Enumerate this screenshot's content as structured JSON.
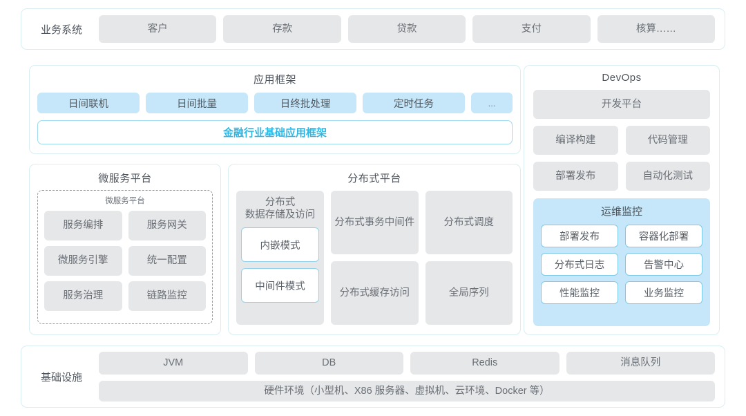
{
  "business_systems": {
    "label": "业务系统",
    "items": [
      "客户",
      "存款",
      "贷款",
      "支付",
      "核算……"
    ]
  },
  "application_framework": {
    "title": "应用框架",
    "chips": [
      "日间联机",
      "日间批量",
      "日终批处理",
      "定时任务"
    ],
    "dots": "...",
    "base_platform": "金融行业基础应用框架"
  },
  "microservice_platform": {
    "title": "微服务平台",
    "inner_label": "微服务平台",
    "items": [
      "服务编排",
      "服务网关",
      "微服务引擎",
      "统一配置",
      "服务治理",
      "链路监控"
    ]
  },
  "distributed_platform": {
    "title": "分布式平台",
    "storage": {
      "title": "分布式\n数据存储及访问",
      "title_line1": "分布式",
      "title_line2": "数据存储及访问",
      "modes": [
        "内嵌模式",
        "中间件模式"
      ]
    },
    "items": [
      {
        "line1": "分布式",
        "line2": "事务中间件"
      },
      {
        "line1": "分布式调度",
        "line2": ""
      },
      {
        "line1": "分布式",
        "line2": "缓存访问"
      },
      {
        "line1": "全局序列",
        "line2": ""
      }
    ]
  },
  "devops": {
    "title": "DevOps",
    "platform": "开发平台",
    "items": [
      "编译构建",
      "代码管理",
      "部署发布",
      "自动化测试"
    ],
    "ops_monitoring": {
      "title": "运维监控",
      "items": [
        "部署发布",
        "容器化部署",
        "分布式日志",
        "告警中心",
        "性能监控",
        "业务监控"
      ]
    }
  },
  "infrastructure": {
    "label": "基础设施",
    "items": [
      "JVM",
      "DB",
      "Redis",
      "消息队列"
    ],
    "hardware": "硬件环境（小型机、X86 服务器、虚拟机、云环境、Docker 等）"
  },
  "colors": {
    "card_border": "#d9eef2",
    "grey_pill": "#e6e7e8",
    "blue_pill": "#c5e7f9",
    "accent_cyan": "#2fb8e6",
    "text": "#5a5f66"
  }
}
